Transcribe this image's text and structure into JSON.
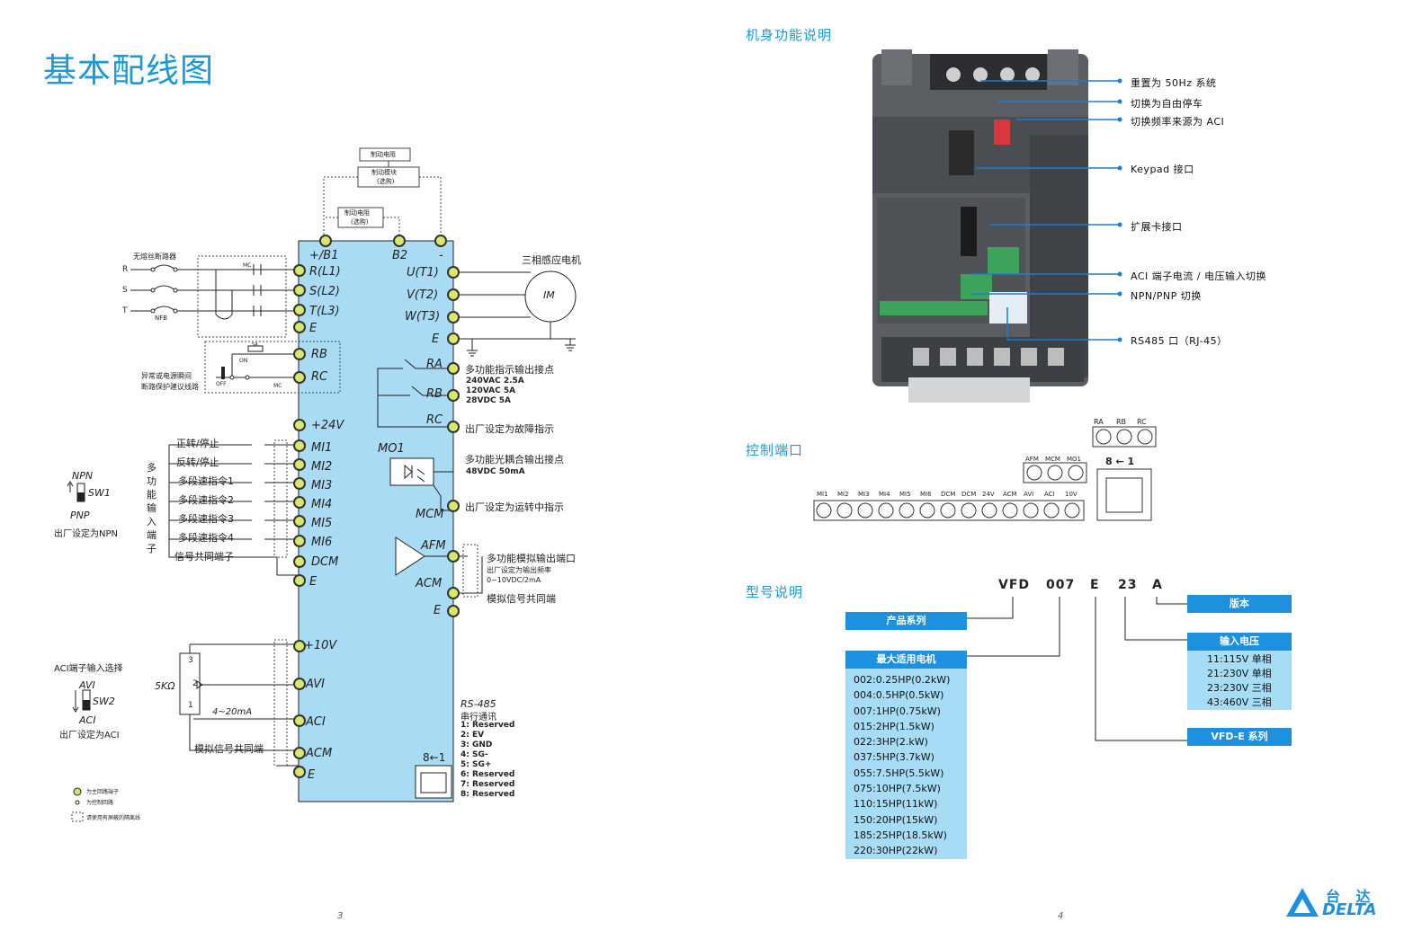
{
  "left_page": {
    "title": "基本配线图",
    "page_number": "3",
    "braking": {
      "resistor_top": "制动电阻",
      "module": "制动模块",
      "module_note": "(选购)",
      "resistor": "制动电阻",
      "resistor_note": "(选购)"
    },
    "power_in": {
      "breaker_label": "无熔丝断路器",
      "phases": [
        "R",
        "S",
        "T"
      ],
      "nfb": "NFB",
      "mc": "MC"
    },
    "protection": {
      "line1": "异常或电源瞬间",
      "line2": "断路保护建议线路",
      "on": "ON",
      "off": "OFF",
      "sa": "SA",
      "mc": "MC"
    },
    "switches": {
      "npn": "NPN",
      "sw1": "SW1",
      "pnp": "PNP",
      "sw1_default": "出厂设定为NPN",
      "aci_select": "ACI端子输入选择",
      "avi": "AVI",
      "sw2": "SW2",
      "aci": "ACI",
      "sw2_default": "出厂设定为ACI"
    },
    "left_terminals": [
      "+/B1",
      "R(L1)",
      "S(L2)",
      "T(L3)",
      "E",
      "RB",
      "RC",
      "+24V",
      "MI1",
      "MI2",
      "MI3",
      "MI4",
      "MI5",
      "MI6",
      "DCM",
      "E",
      "+10V",
      "AVI",
      "ACI",
      "ACM",
      "E"
    ],
    "top_terminals": [
      "+/B1",
      "B2",
      "-"
    ],
    "right_terminals": [
      "U(T1)",
      "V(T2)",
      "W(T3)",
      "E",
      "RA",
      "RB",
      "RC",
      "MO1",
      "MCM",
      "AFM",
      "ACM",
      "E"
    ],
    "motor": {
      "title": "三相感应电机",
      "symbol": "IM"
    },
    "multi_input_vertical": [
      "多",
      "功",
      "能",
      "输",
      "入",
      "端",
      "子"
    ],
    "inputs": [
      "正转/停止",
      "反转/停止",
      "多段速指令1",
      "多段速指令2",
      "多段速指令3",
      "多段速指令4"
    ],
    "common": "信号共同端子",
    "relay_out": {
      "title": "多功能指示输出接点",
      "ratings": [
        "240VAC 2.5A",
        "120VAC 5A",
        "28VDC 5A"
      ],
      "default": "出厂设定为故障指示"
    },
    "photo_out": {
      "title": "多功能光耦合输出接点",
      "rating": "48VDC  50mA",
      "default": "出厂设定为运转中指示"
    },
    "analog_out": {
      "title": "多功能模拟输出端口",
      "default": "出厂设定为输出频率",
      "range": "0~10VDC/2mA",
      "common": "模拟信号共同端"
    },
    "pot": {
      "value": "5KΩ",
      "pins": [
        "3",
        "2",
        "1"
      ],
      "current": "4~20mA",
      "common": "模拟信号共同端"
    },
    "rs485": {
      "title": "RS-485",
      "subtitle": "串行通讯",
      "pins": [
        "1: Reserved",
        "2: EV",
        "3: GND",
        "4: SG-",
        "5: SG+",
        "6: Reserved",
        "7: Reserved",
        "8: Reserved"
      ],
      "port_label": "8←1"
    },
    "legend": [
      "为主回路端子",
      "为控制回路",
      "请使用有屏蔽的隔离线"
    ]
  },
  "right_page": {
    "page_number": "4",
    "body_section": {
      "title": "机身功能说明",
      "callouts": [
        "重置为 50Hz 系统",
        "切换为自由停车",
        "切换频率来源为 ACI",
        "Keypad 接口",
        "扩展卡接口",
        "ACI 端子电流 / 电压输入切换",
        "NPN/PNP 切换",
        "RS485 口（RJ-45）"
      ]
    },
    "control_section": {
      "title": "控制端口",
      "relay_terminals": [
        "RA",
        "RB",
        "RC"
      ],
      "mid_terminals": [
        "AFM",
        "MCM",
        "MO1"
      ],
      "bottom_terminals": [
        "MI1",
        "MI2",
        "MI3",
        "MI4",
        "MI5",
        "MI6",
        "DCM",
        "DCM",
        "24V",
        "ACM",
        "AVI",
        "ACI",
        "10V"
      ],
      "port_label": "8 ← 1"
    },
    "model_section": {
      "title": "型号说明",
      "code": [
        "VFD",
        "007",
        "E",
        "23",
        "A"
      ],
      "series_label": "产品系列",
      "motor_label": "最大适用电机",
      "motor_list": [
        "002:0.25HP(0.2kW)",
        "004:0.5HP(0.5kW)",
        "007:1HP(0.75kW)",
        "015:2HP(1.5kW)",
        "022:3HP(2.kW)",
        "037:5HP(3.7kW)",
        "055:7.5HP(5.5kW)",
        "075:10HP(7.5kW)",
        "110:15HP(11kW)",
        "150:20HP(15kW)",
        "185:25HP(18.5kW)",
        "220:30HP(22kW)"
      ],
      "version_label": "版本",
      "voltage_label": "输入电压",
      "voltage_list": [
        "11:115V 单相",
        "21:230V 单相",
        "23:230V 三相",
        "43:460V 三相"
      ],
      "series_e_label": "VFD-E 系列"
    },
    "logo": {
      "cn": "台 达",
      "en": "DELTA",
      "brand_color": "#1e90e0"
    }
  }
}
